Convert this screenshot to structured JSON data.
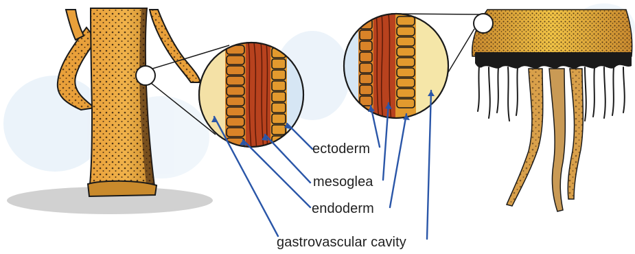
{
  "labels": {
    "ectoderm": "ectoderm",
    "mesoglea": "mesoglea",
    "endoderm": "endoderm",
    "gastrovascular_cavity": "gastrovascular cavity"
  },
  "colors": {
    "ectoderm_tissue": "#e0962a",
    "mesoglea_tissue": "#b8421e",
    "endoderm_tissue": "#d7802a",
    "cavity_fill": "#f3d98c",
    "body_orange": "#e8a23a",
    "pointer_line": "#2a56a8",
    "ink": "#1a1a1a"
  },
  "icons": {
    "left_organism": "hydra-polyp-illustration",
    "right_organism": "jellyfish-medusa-illustration",
    "left_magnifier": "tissue-cross-section-magnifier",
    "right_magnifier": "tissue-cross-section-magnifier"
  }
}
